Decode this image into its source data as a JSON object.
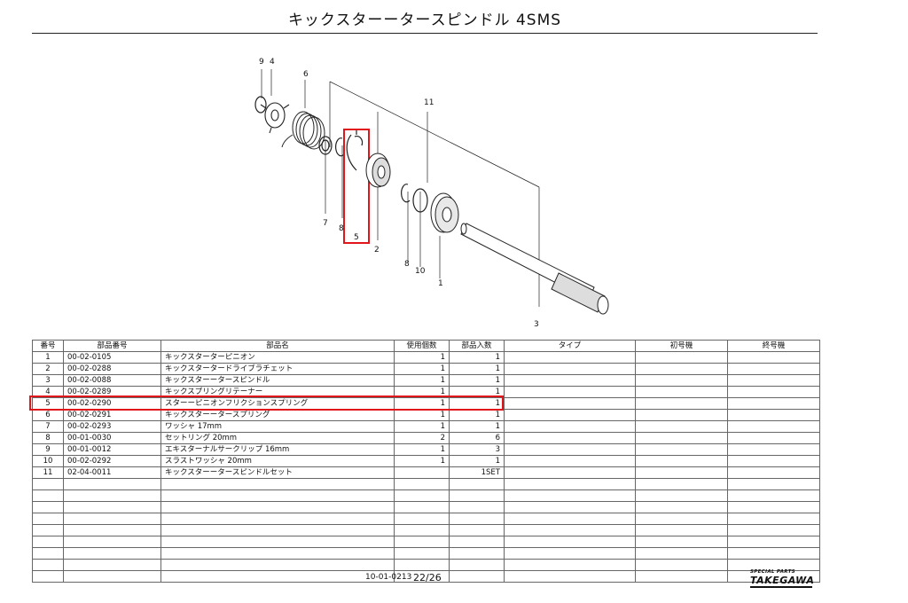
{
  "document": {
    "title": "キックスターータースピンドル 4SMS",
    "doc_code": "10-01-0213",
    "page": "22/26"
  },
  "logo": {
    "small_text": "SPECIAL PARTS",
    "brand": "TAKEGAWA"
  },
  "diagram": {
    "callouts": [
      "9",
      "4",
      "6",
      "11",
      "7",
      "8",
      "5",
      "2",
      "8",
      "10",
      "1",
      "3"
    ],
    "highlight_color": "#e0161b"
  },
  "table": {
    "headers": [
      "番号",
      "部品番号",
      "部品名",
      "使用個数",
      "部品入数",
      "タイプ",
      "初号機",
      "終号機"
    ],
    "rows": [
      [
        "1",
        "00-02-0105",
        "キックスターターピニオン",
        "1",
        "1",
        "",
        "",
        ""
      ],
      [
        "2",
        "00-02-0288",
        "キックスタータードライブラチェット",
        "1",
        "1",
        "",
        "",
        ""
      ],
      [
        "3",
        "00-02-0088",
        "キックスターータースピンドル",
        "1",
        "1",
        "",
        "",
        ""
      ],
      [
        "4",
        "00-02-0289",
        "キックスプリングリテーナー",
        "1",
        "1",
        "",
        "",
        ""
      ],
      [
        "5",
        "00-02-0290",
        "スターーピニオンフリクションスプリング",
        "1",
        "1",
        "",
        "",
        ""
      ],
      [
        "6",
        "00-02-0291",
        "キックスターータースプリング",
        "1",
        "1",
        "",
        "",
        ""
      ],
      [
        "7",
        "00-02-0293",
        "ワッシャ 17mm",
        "1",
        "1",
        "",
        "",
        ""
      ],
      [
        "8",
        "00-01-0030",
        "セットリング 20mm",
        "2",
        "6",
        "",
        "",
        ""
      ],
      [
        "9",
        "00-01-0012",
        "エキスターナルサークリップ 16mm",
        "1",
        "3",
        "",
        "",
        ""
      ],
      [
        "10",
        "00-02-0292",
        "スラストワッシャ 20mm",
        "1",
        "1",
        "",
        "",
        ""
      ],
      [
        "11",
        "02-04-0011",
        "キックスターータースピンドルセット",
        "",
        "1SET",
        "",
        "",
        ""
      ],
      [
        "",
        "",
        "",
        "",
        "",
        "",
        "",
        ""
      ],
      [
        "",
        "",
        "",
        "",
        "",
        "",
        "",
        ""
      ],
      [
        "",
        "",
        "",
        "",
        "",
        "",
        "",
        ""
      ],
      [
        "",
        "",
        "",
        "",
        "",
        "",
        "",
        ""
      ],
      [
        "",
        "",
        "",
        "",
        "",
        "",
        "",
        ""
      ],
      [
        "",
        "",
        "",
        "",
        "",
        "",
        "",
        ""
      ],
      [
        "",
        "",
        "",
        "",
        "",
        "",
        "",
        ""
      ],
      [
        "",
        "",
        "",
        "",
        "",
        "",
        "",
        ""
      ],
      [
        "",
        "",
        "",
        "",
        "",
        "",
        "",
        ""
      ]
    ]
  }
}
